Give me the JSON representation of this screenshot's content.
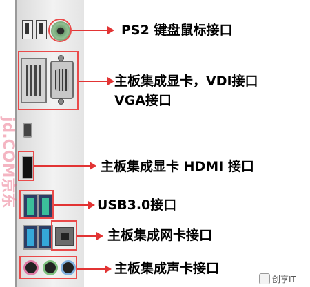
{
  "labels": {
    "ps2": "PS2 键盘鼠标接口",
    "vdi_line1": "主板集成显卡，VDI接口",
    "vdi_line2": "VGA接口",
    "hdmi": "主板集成显卡 HDMI 接口",
    "usb3": "USB3.0接口",
    "network": "主板集成网卡接口",
    "audio": "主板集成声卡接口"
  },
  "watermark": "jd.COM京东",
  "credit": "创享IT",
  "colors": {
    "highlight": "#ea4a4a",
    "arrow": "#e23434",
    "label": "#000000"
  }
}
